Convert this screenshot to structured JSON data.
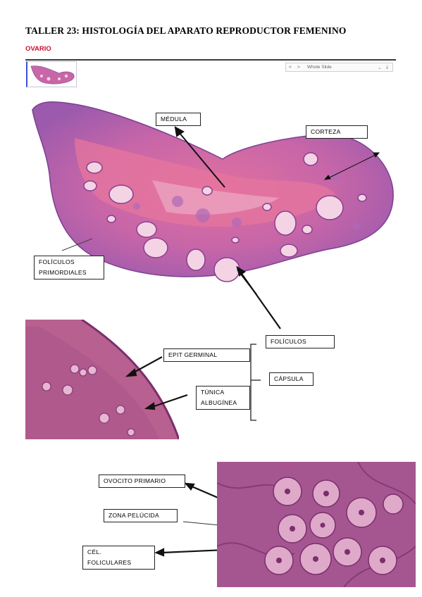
{
  "header": {
    "title": "TALLER 23: HISTOLOGÍA DEL APARATO REPRODUCTOR FEMENINO",
    "subtitle": "OVARIO"
  },
  "colors": {
    "subtitle": "#c8102e",
    "tissue_pink": "#d95a9a",
    "tissue_purple": "#8a4fa6",
    "follicle_fluid": "#f3cde2"
  },
  "viewer": {
    "toolbar_prev": "<",
    "toolbar_next": ">",
    "toolbar_label": "Whole Slide",
    "toolbar_dropdown": "chevron-down-icon",
    "toolbar_download": "download-icon"
  },
  "labels": {
    "medula": "MÉDULA",
    "corteza": "CORTEZA",
    "foliculos_primordiales_1": "FOLÍCULOS",
    "foliculos_primordiales_2": "PRIMORDIALES",
    "foliculos": "FOLÍCULOS",
    "epit_germinal": "EPIT GERMINAL",
    "tunica_1": "TÚNICA",
    "tunica_2": "ALBUGÍNEA",
    "capsula": "CÁPSULA",
    "ovocito_primario": "OVOCITO PRIMARIO",
    "zona_pelucida": "ZONA PELÚCIDA",
    "cel_foliculares_1": "CÉL.",
    "cel_foliculares_2": "FOLICULARES"
  }
}
